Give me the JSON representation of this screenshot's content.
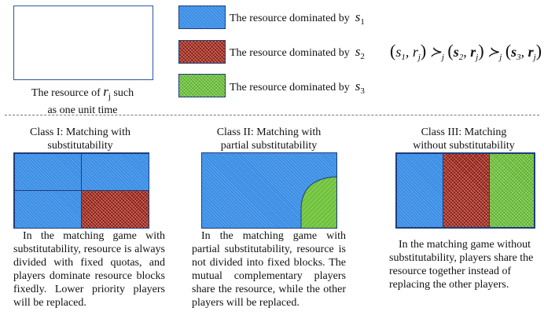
{
  "unit_box": {
    "caption": "The resource of r_j such as one unit time"
  },
  "legend": [
    {
      "label": "The resource dominated by",
      "symbol": "s",
      "index": "1",
      "color": "#3a8ee6"
    },
    {
      "label": "The resource dominated by",
      "symbol": "s",
      "index": "2",
      "color": "#8a1a12"
    },
    {
      "label": "The resource dominated by",
      "symbol": "s",
      "index": "3",
      "color": "#6fc23a"
    }
  ],
  "formula": "(s1, rj) ≻j (s2, rj) ≻j (s3, rj)",
  "classes": [
    {
      "title_line1": "Class I: Matching with",
      "title_line2": "substitutability",
      "description": "In the matching game with substitutability, resource is always divided with fixed quotas, and players dominate resource blocks fixedly. Lower priority players will be replaced."
    },
    {
      "title_line1": "Class II: Matching with",
      "title_line2": "partial substitutability",
      "description": "In the matching game with partial substitutability, resource is not divided into fixed blocks. The mutual complementary players share the resource, while the other players will be replaced."
    },
    {
      "title_line1": "Class III: Matching",
      "title_line2": "without substitutability",
      "description": "In the matching game without substitutability, players share the resource together instead of replacing the other players."
    }
  ]
}
